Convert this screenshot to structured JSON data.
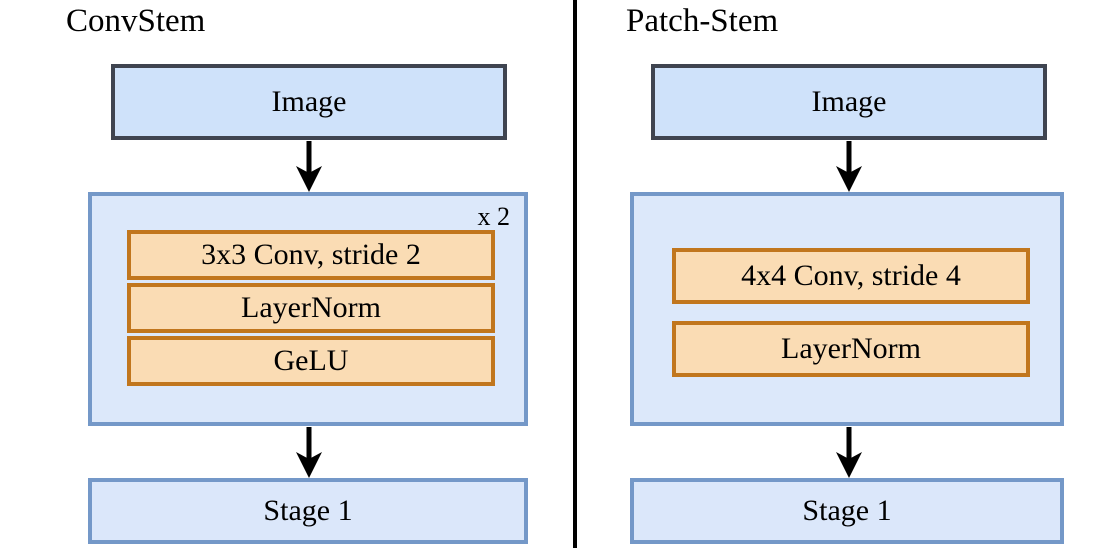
{
  "figure": {
    "kind": "architecture-diagram",
    "background_color": "#ffffff",
    "divider_color": "#000000"
  },
  "colors": {
    "image_box_fill": "#cfe2fa",
    "image_box_border": "#3f4450",
    "container_fill": "#dce8fa",
    "container_border": "#7498c8",
    "stage_fill": "#dbe7fa",
    "stage_border": "#7498c8",
    "op_fill": "#fadcb4",
    "op_border": "#c1761d",
    "arrow_color": "#000000",
    "text_color": "#000000"
  },
  "panels": [
    {
      "id": "convstem",
      "title": "ConvStem",
      "input": {
        "label": "Image"
      },
      "stem": {
        "repeat_label": "x 2",
        "ops": [
          {
            "label": "3x3 Conv, stride 2"
          },
          {
            "label": "LayerNorm"
          },
          {
            "label": "GeLU"
          }
        ]
      },
      "output": {
        "label": "Stage 1"
      },
      "arrows": [
        {
          "from": "image",
          "to": "stem"
        },
        {
          "from": "stem",
          "to": "stage"
        }
      ]
    },
    {
      "id": "patch-stem",
      "title": "Patch-Stem",
      "input": {
        "label": "Image"
      },
      "stem": {
        "repeat_label": "",
        "ops": [
          {
            "label": "4x4 Conv, stride 4"
          },
          {
            "label": "LayerNorm"
          }
        ]
      },
      "output": {
        "label": "Stage 1"
      },
      "arrows": [
        {
          "from": "image",
          "to": "stem"
        },
        {
          "from": "stem",
          "to": "stage"
        }
      ]
    }
  ]
}
